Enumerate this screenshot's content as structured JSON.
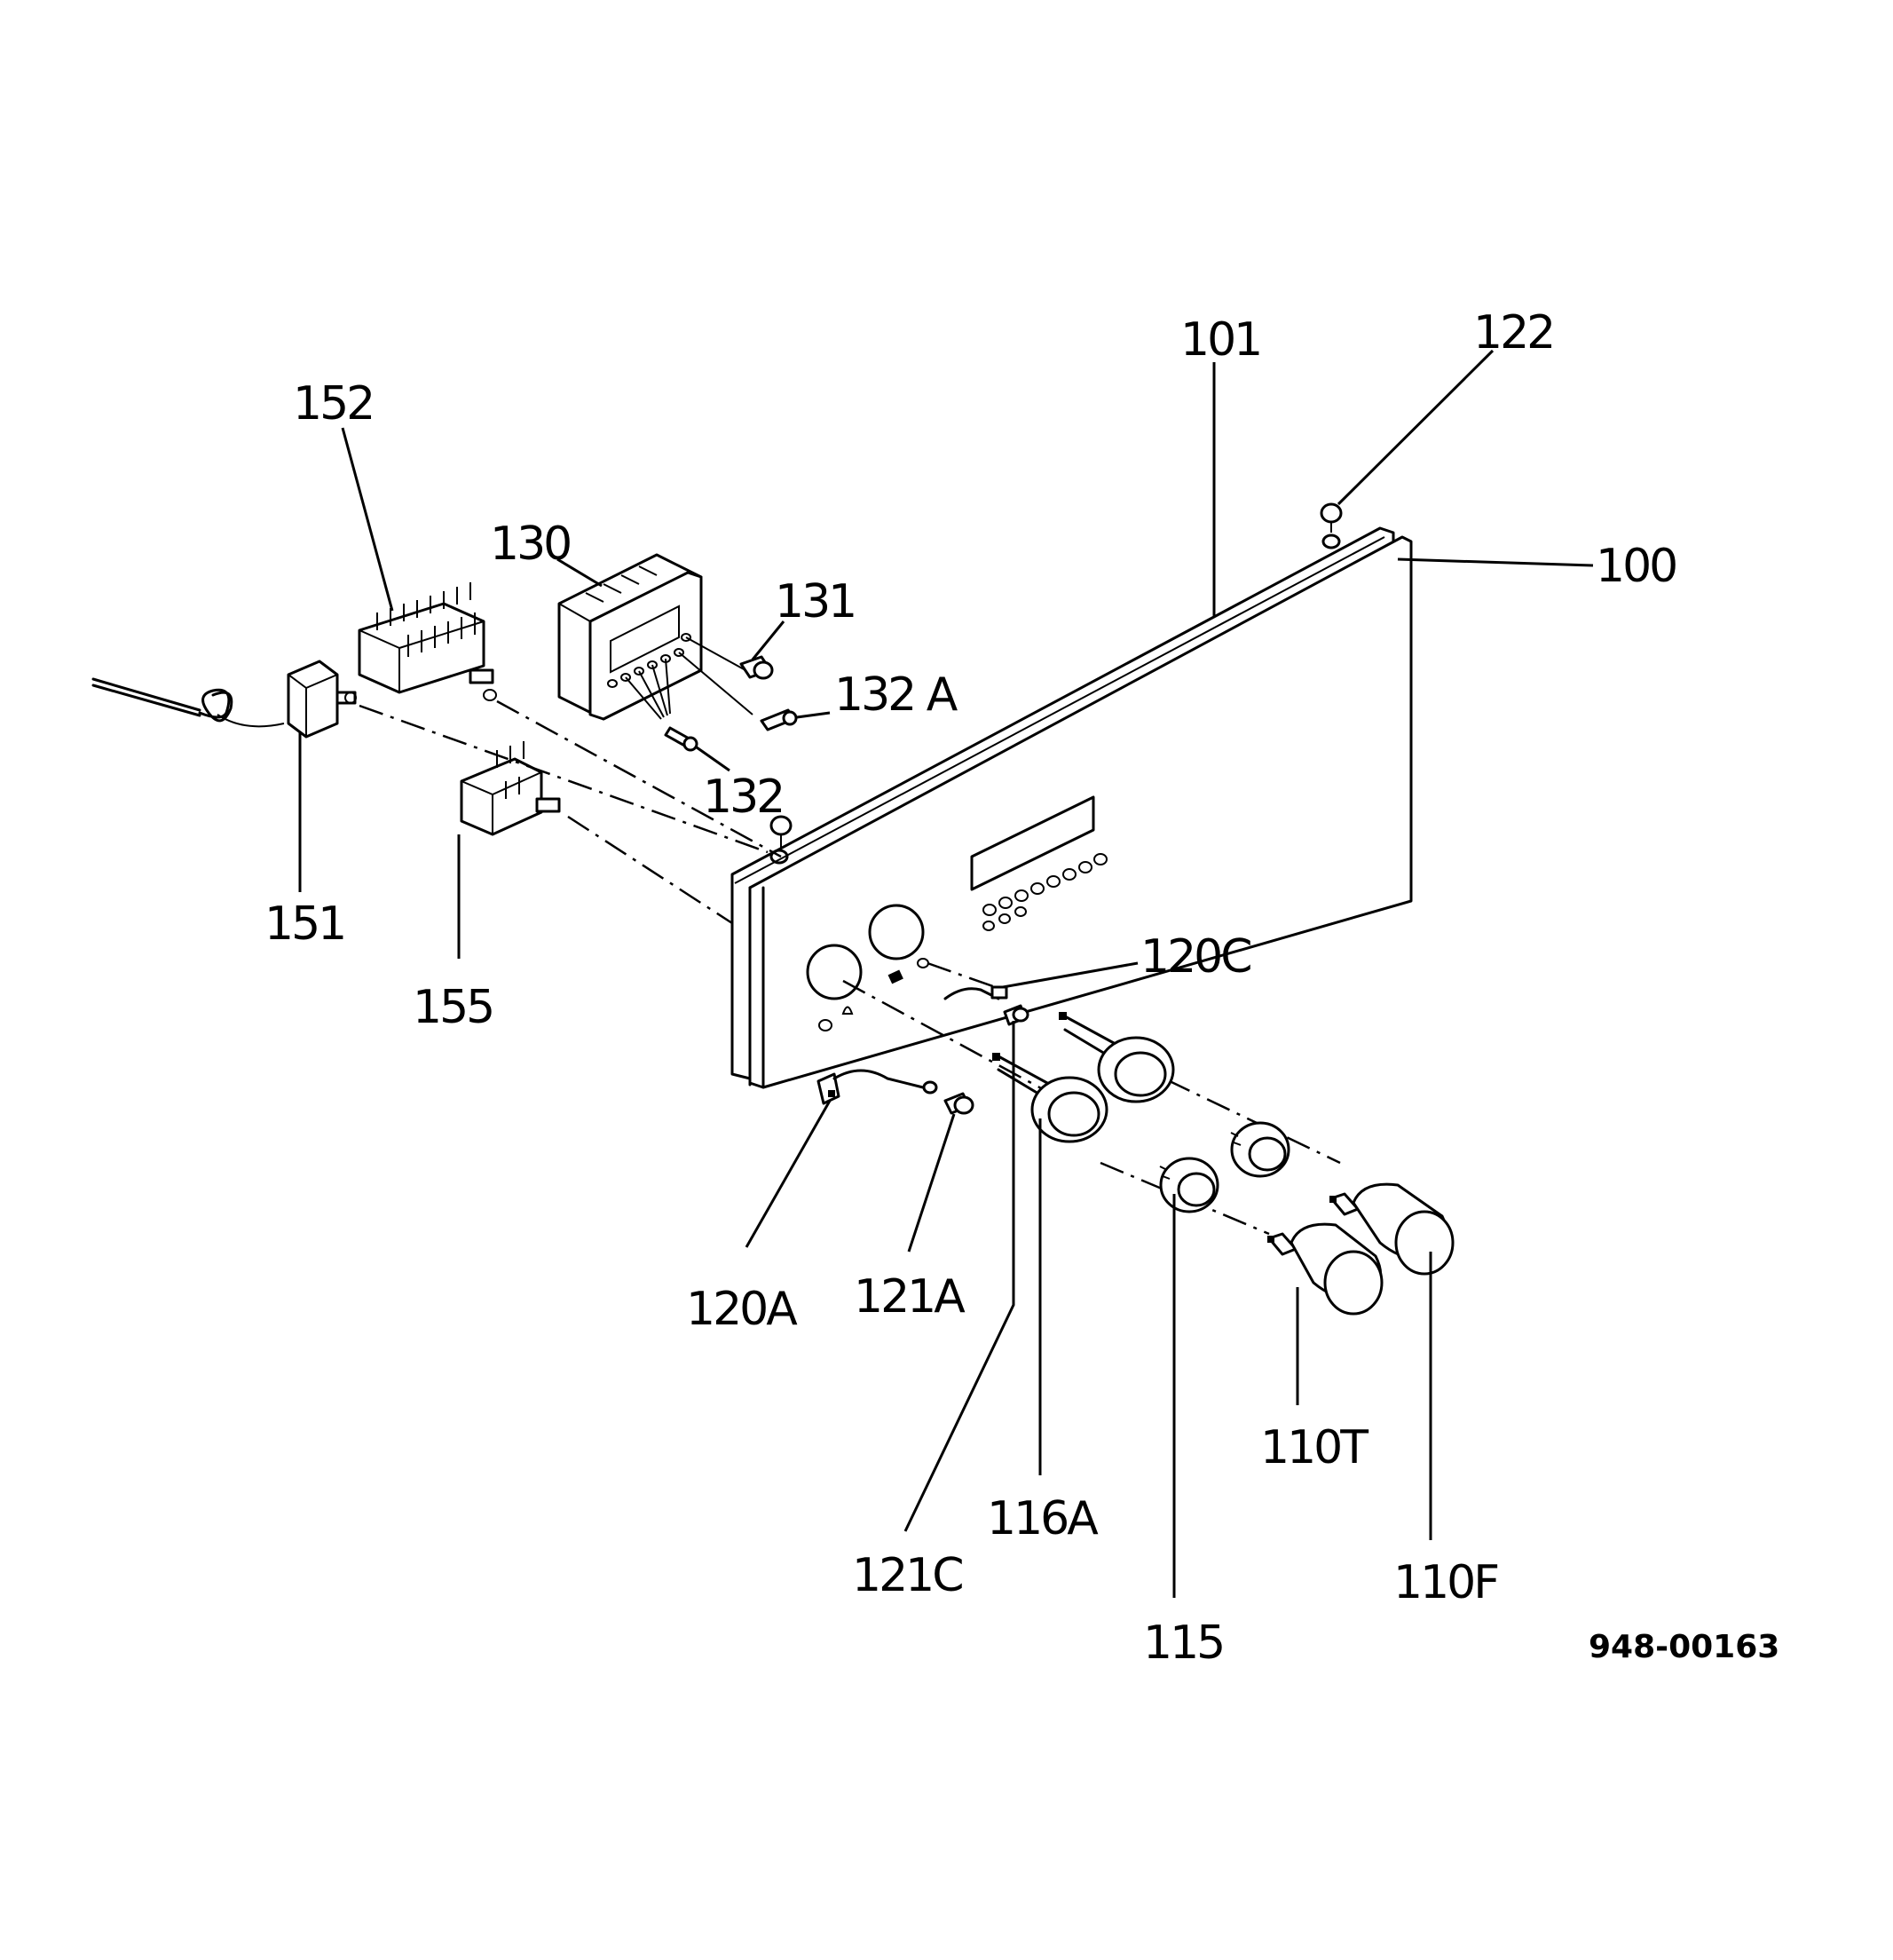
{
  "callouts": {
    "c100": "100",
    "c101": "101",
    "c110F": "110F",
    "c110T": "110T",
    "c115": "115",
    "c116A": "116A",
    "c120A": "120A",
    "c120C": "120C",
    "c121A": "121A",
    "c121C": "121C",
    "c122": "122",
    "c130": "130",
    "c131": "131",
    "c132": "132",
    "c132A": "132 A",
    "c151": "151",
    "c152": "152",
    "c155": "155"
  },
  "drawing_number": "948-00163"
}
